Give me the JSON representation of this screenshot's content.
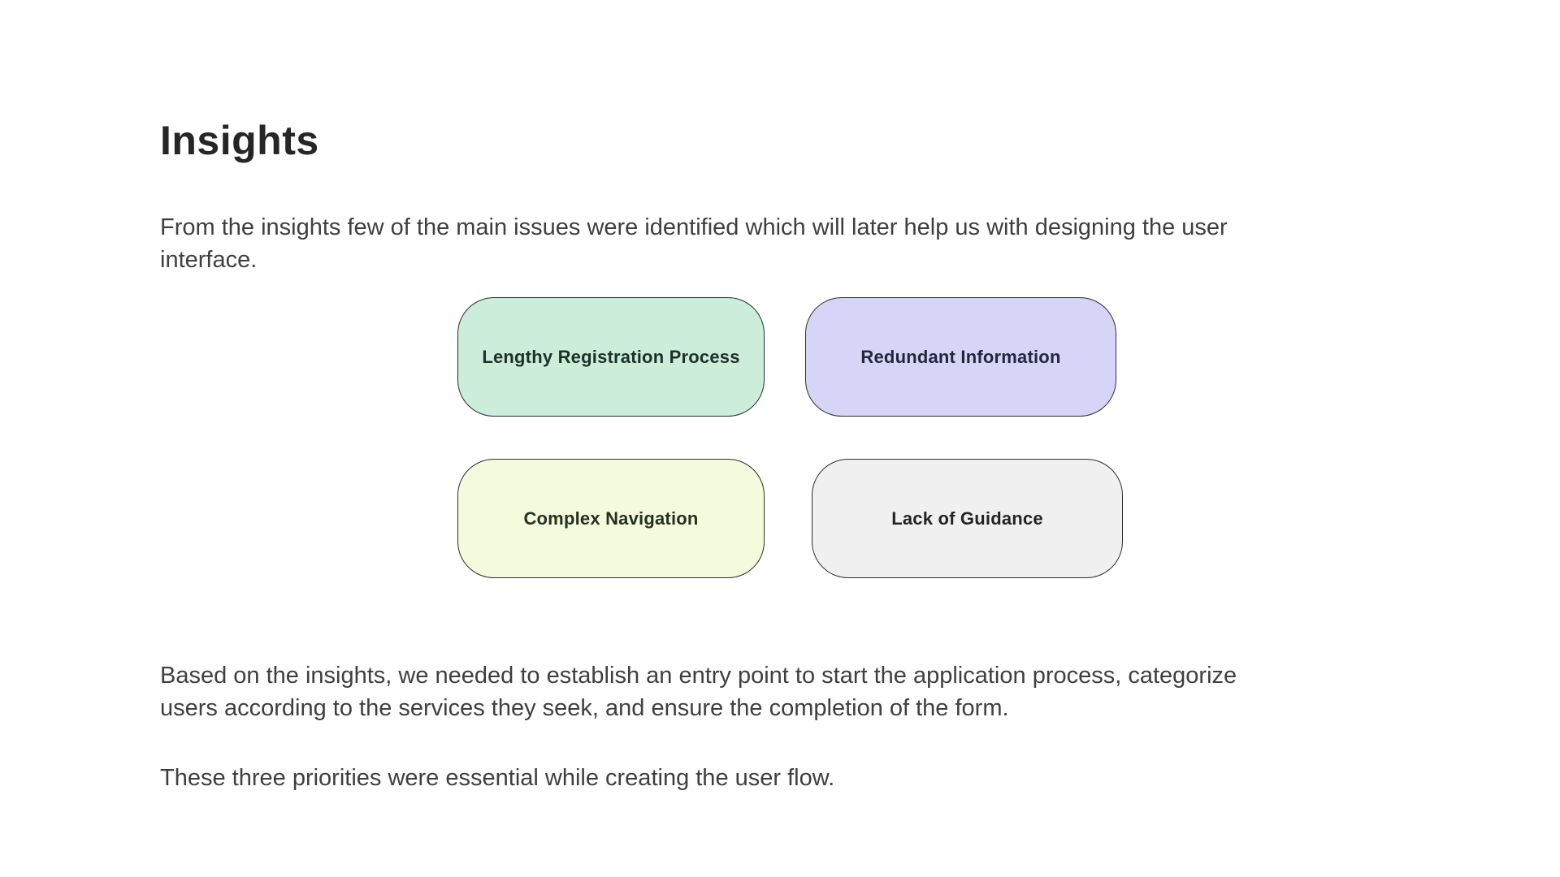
{
  "heading": "Insights",
  "intro": {
    "line1": "From the insights few of the main issues were identified which will later help us with designing the user",
    "line2": "interface."
  },
  "issues": [
    {
      "label": "Lengthy Registration Process",
      "bg": "#cbedda",
      "fg": "#1e3028"
    },
    {
      "label": "Redundant Information",
      "bg": "#d7d5f7",
      "fg": "#23263c"
    },
    {
      "label": "Complex Navigation",
      "bg": "#f4fadc",
      "fg": "#273122"
    },
    {
      "label": "Lack of Guidance",
      "bg": "#f0f0f0",
      "fg": "#242424"
    }
  ],
  "summary": {
    "line1": "Based on the insights, we needed to establish an entry point to start the application process, categorize",
    "line2": "users according to the services they seek, and ensure the completion of the form."
  },
  "closing": "These three priorities were essential while creating the user flow.",
  "colors": {
    "background": "#ffffff",
    "heading": "#262626",
    "body_text": "#3f3f3f",
    "card_border": "#2e2e2e"
  }
}
